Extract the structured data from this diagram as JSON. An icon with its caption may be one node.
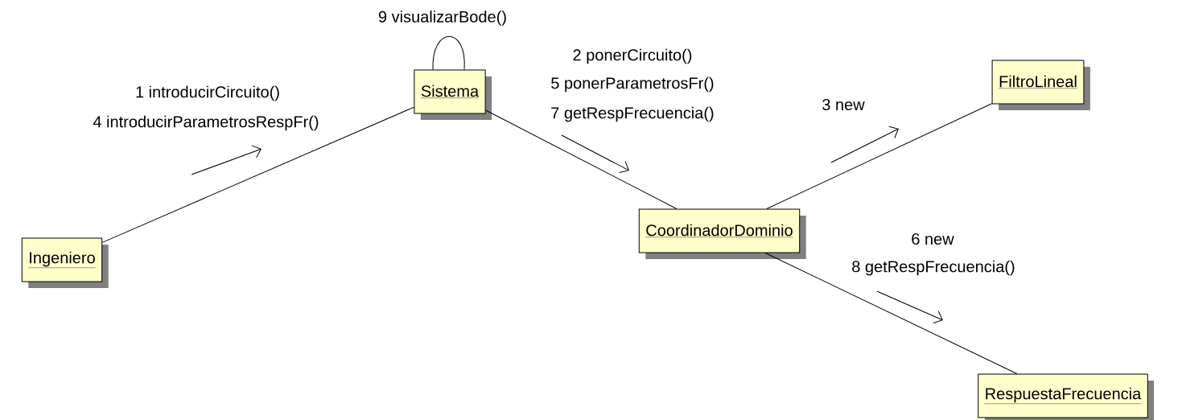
{
  "diagram": {
    "nodes": [
      {
        "text": [
          "Ingeniero"
        ]
      },
      {
        "text": [
          "Sistema"
        ]
      },
      {
        "text": [
          "CoordinadorDominio"
        ]
      },
      {
        "text": [
          "FiltroLineal"
        ]
      },
      {
        "text": [
          "RespuestaFrecuencia"
        ]
      }
    ],
    "edges": [
      {
        "from": 0,
        "to": 1,
        "arrow": "none"
      },
      {
        "from": 1,
        "to": 1,
        "arrow": "none",
        "label": "9 visualizarBode()"
      },
      {
        "from": 1,
        "to": 2,
        "arrow": "none"
      },
      {
        "from": 2,
        "to": 3,
        "arrow": "none"
      },
      {
        "from": 2,
        "to": 4,
        "arrow": "none"
      }
    ],
    "labels": [
      "1 introducirCircuito()",
      "4 introducirParametrosRespFr()",
      "2 ponerCircuito()",
      "5 ponerParametrosFr()",
      "7 getRespFrecuencia()",
      "3 new",
      "6 new",
      "8 getRespFrecuencia()"
    ]
  }
}
